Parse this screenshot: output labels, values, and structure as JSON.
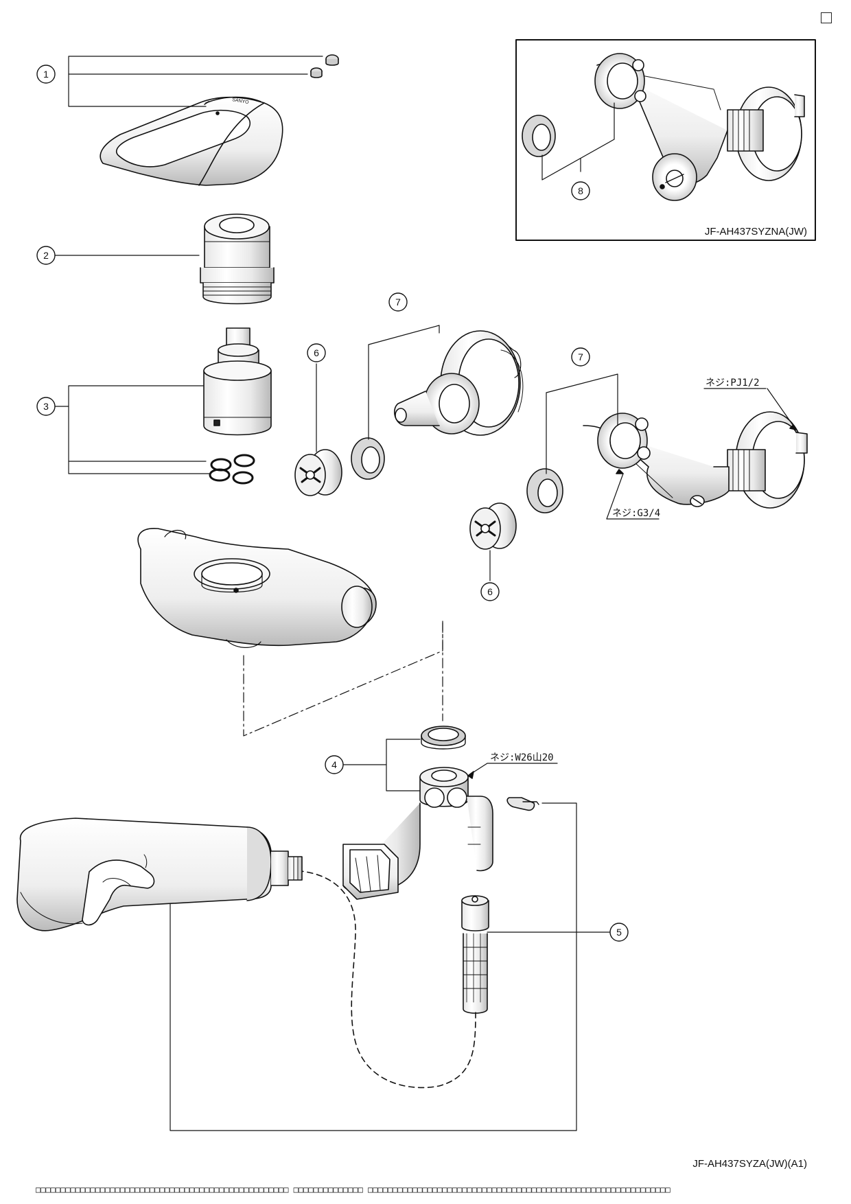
{
  "callouts": {
    "c1": "1",
    "c2": "2",
    "c3": "3",
    "c4": "4",
    "c5": "5",
    "c6a": "6",
    "c6b": "6",
    "c7a": "7",
    "c7b": "7",
    "c8": "8"
  },
  "thread_labels": {
    "pj": "ネジ:PJ1/2",
    "g34": "ネジ:G3/4",
    "w26": "ネジ:W26山20"
  },
  "inset_model": "JF-AH437SYZNA(JW)",
  "main_model": "JF-AH437SYZA(JW)(A1)",
  "footer_text": "□□□□□□□□□□□□□□□□□□□□□□□□□□□□□□□□□□□□□□□□□□□□□□□□□□□ □□□□□□□□□□□□□□ □□□□□□□□□□□□□□□□□□□□□□□□□□□□□□□□□□□□□□□□□□□□□□□□□□□□□□□□□□□□□",
  "colors": {
    "line": "#111111",
    "paper": "#ffffff",
    "metal_light": "#f2f2f2",
    "metal_dark": "#bdbdbd"
  }
}
